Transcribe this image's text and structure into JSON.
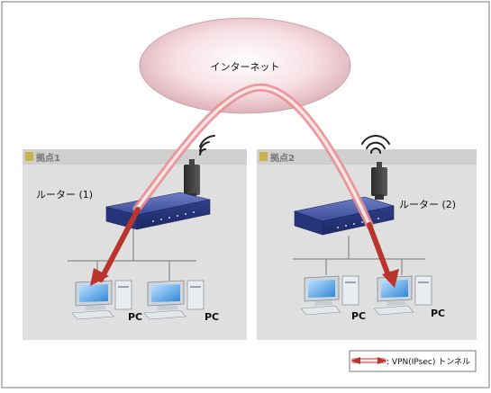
{
  "cloud": {
    "label": "インターネット"
  },
  "sites": [
    {
      "title": "拠点1",
      "router_label": "ルーター (1)",
      "pc_labels": [
        "PC",
        "PC"
      ]
    },
    {
      "title": "拠点2",
      "router_label": "ルーター (2)",
      "pc_labels": [
        "PC",
        "PC"
      ]
    }
  ],
  "legend": {
    "label": ": VPN(IPsec) トンネル"
  },
  "colors": {
    "frame": "#777777",
    "panel_bg": "#dfdfdf",
    "panel_header": "#cfcfcf",
    "title_tag": "#c9b04a",
    "router_body": "#2e3f8a",
    "tunnel": "#f4a7a7",
    "arrow": "#c0372f"
  },
  "icons": [
    "cloud-icon",
    "router-icon",
    "antenna-icon",
    "wifi-icon",
    "pc-icon",
    "tunnel-icon"
  ]
}
